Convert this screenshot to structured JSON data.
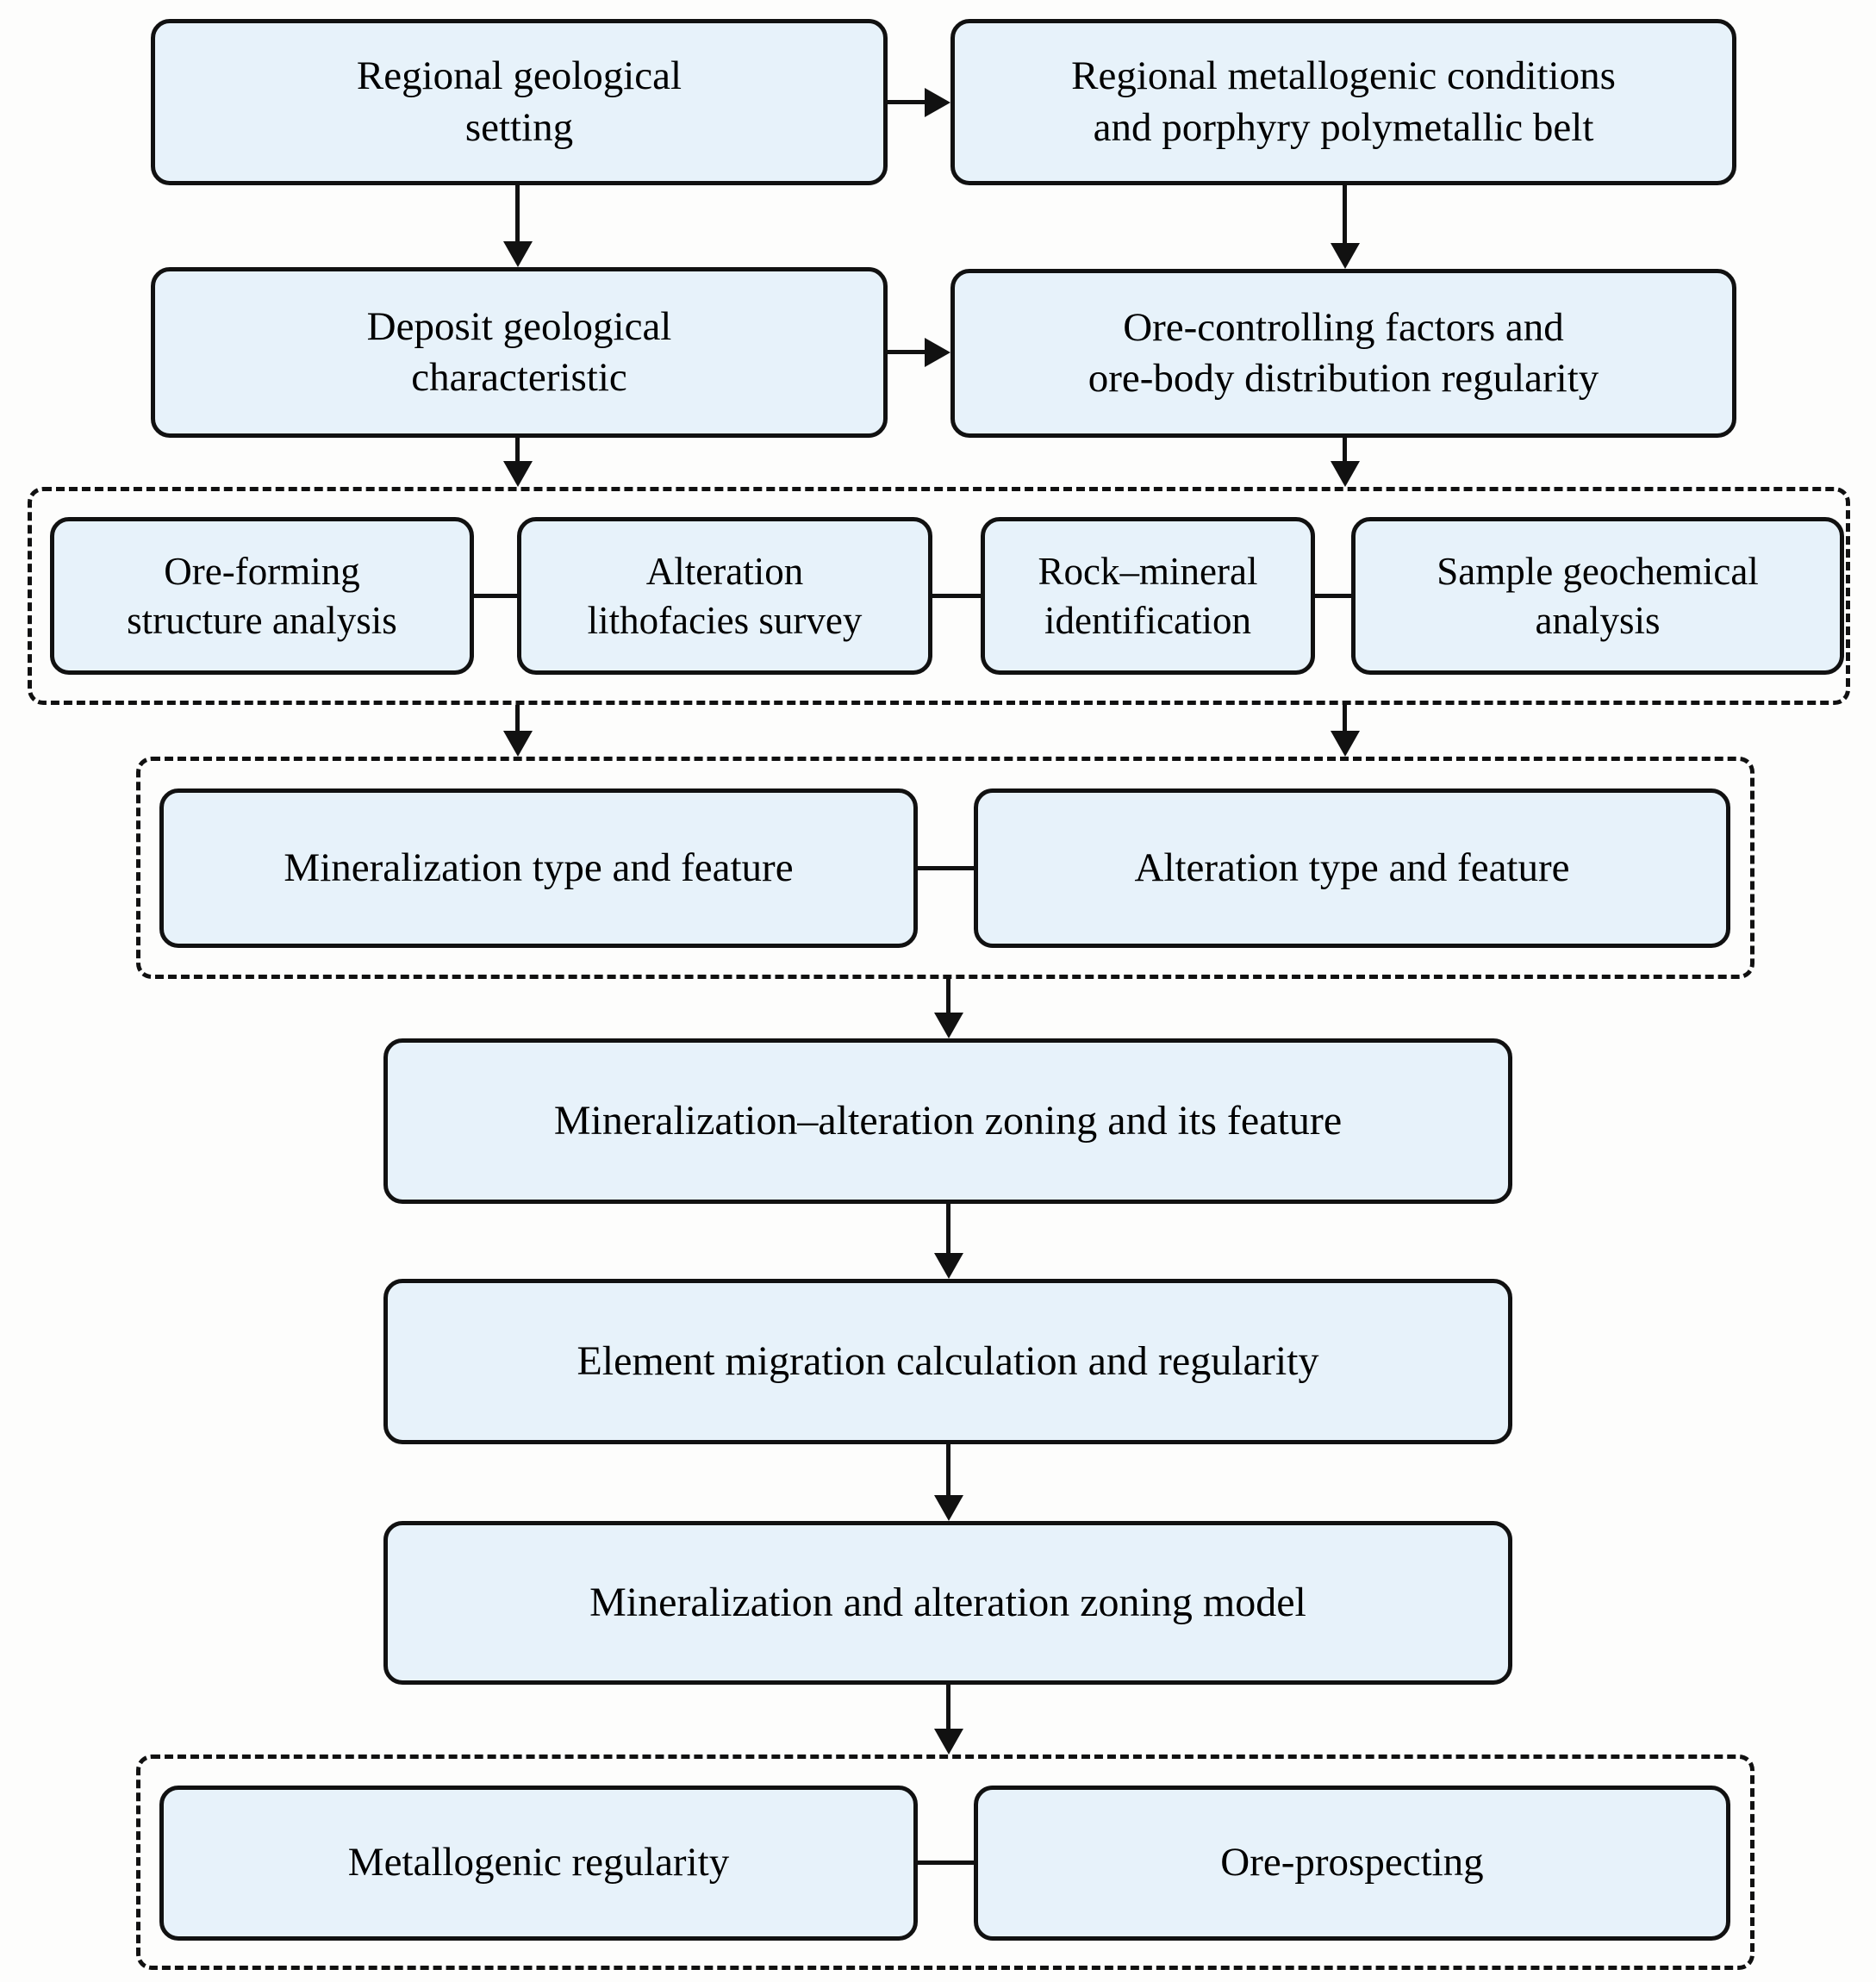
{
  "figure": {
    "type": "flowchart",
    "description": "Research workflow from regional geological setting to mineralization-alteration zoning model, metallogenic regularity and ore-prospecting"
  },
  "colors": {
    "box_fill": "#e7f2fa",
    "line": "#111111",
    "text": "#000000",
    "background": "#fdfdfc"
  },
  "nodes": {
    "regional_setting": "Regional geological\nsetting",
    "metallogenic_conditions": "Regional metallogenic conditions\nand porphyry polymetallic belt",
    "deposit_characteristic": "Deposit geological\ncharacteristic",
    "ore_controlling": "Ore-controlling factors and\nore-body distribution regularity",
    "ore_forming_structure": "Ore-forming\nstructure analysis",
    "alteration_lithofacies": "Alteration\nlithofacies survey",
    "rock_mineral": "Rock–mineral\nidentification",
    "sample_geochemical": "Sample geochemical\nanalysis",
    "mineralization_type": "Mineralization type and feature",
    "alteration_type": "Alteration type and feature",
    "zoning_feature": "Mineralization–alteration zoning and its feature",
    "element_migration": "Element migration calculation and regularity",
    "zoning_model": "Mineralization and alteration zoning model",
    "metallogenic_regularity": "Metallogenic regularity",
    "ore_prospecting": "Ore-prospecting"
  },
  "edges": [
    {
      "from": "regional_setting",
      "to": "metallogenic_conditions",
      "style": "arrow-right"
    },
    {
      "from": "regional_setting",
      "to": "deposit_characteristic",
      "style": "arrow-down"
    },
    {
      "from": "metallogenic_conditions",
      "to": "ore_controlling",
      "style": "arrow-down"
    },
    {
      "from": "deposit_characteristic",
      "to": "ore_controlling",
      "style": "arrow-right"
    },
    {
      "from": "deposit_characteristic",
      "to": "survey-group",
      "style": "arrow-down"
    },
    {
      "from": "ore_controlling",
      "to": "survey-group",
      "style": "arrow-down"
    },
    {
      "from": "ore_forming_structure",
      "to": "alteration_lithofacies",
      "style": "link"
    },
    {
      "from": "alteration_lithofacies",
      "to": "rock_mineral",
      "style": "link"
    },
    {
      "from": "rock_mineral",
      "to": "sample_geochemical",
      "style": "link"
    },
    {
      "from": "survey-group",
      "to": "type-group",
      "style": "arrow-down-left"
    },
    {
      "from": "survey-group",
      "to": "type-group",
      "style": "arrow-down-right"
    },
    {
      "from": "mineralization_type",
      "to": "alteration_type",
      "style": "link"
    },
    {
      "from": "type-group",
      "to": "zoning_feature",
      "style": "arrow-down"
    },
    {
      "from": "zoning_feature",
      "to": "element_migration",
      "style": "arrow-down"
    },
    {
      "from": "element_migration",
      "to": "zoning_model",
      "style": "arrow-down"
    },
    {
      "from": "zoning_model",
      "to": "result-group",
      "style": "arrow-down"
    },
    {
      "from": "metallogenic_regularity",
      "to": "ore_prospecting",
      "style": "link"
    }
  ]
}
